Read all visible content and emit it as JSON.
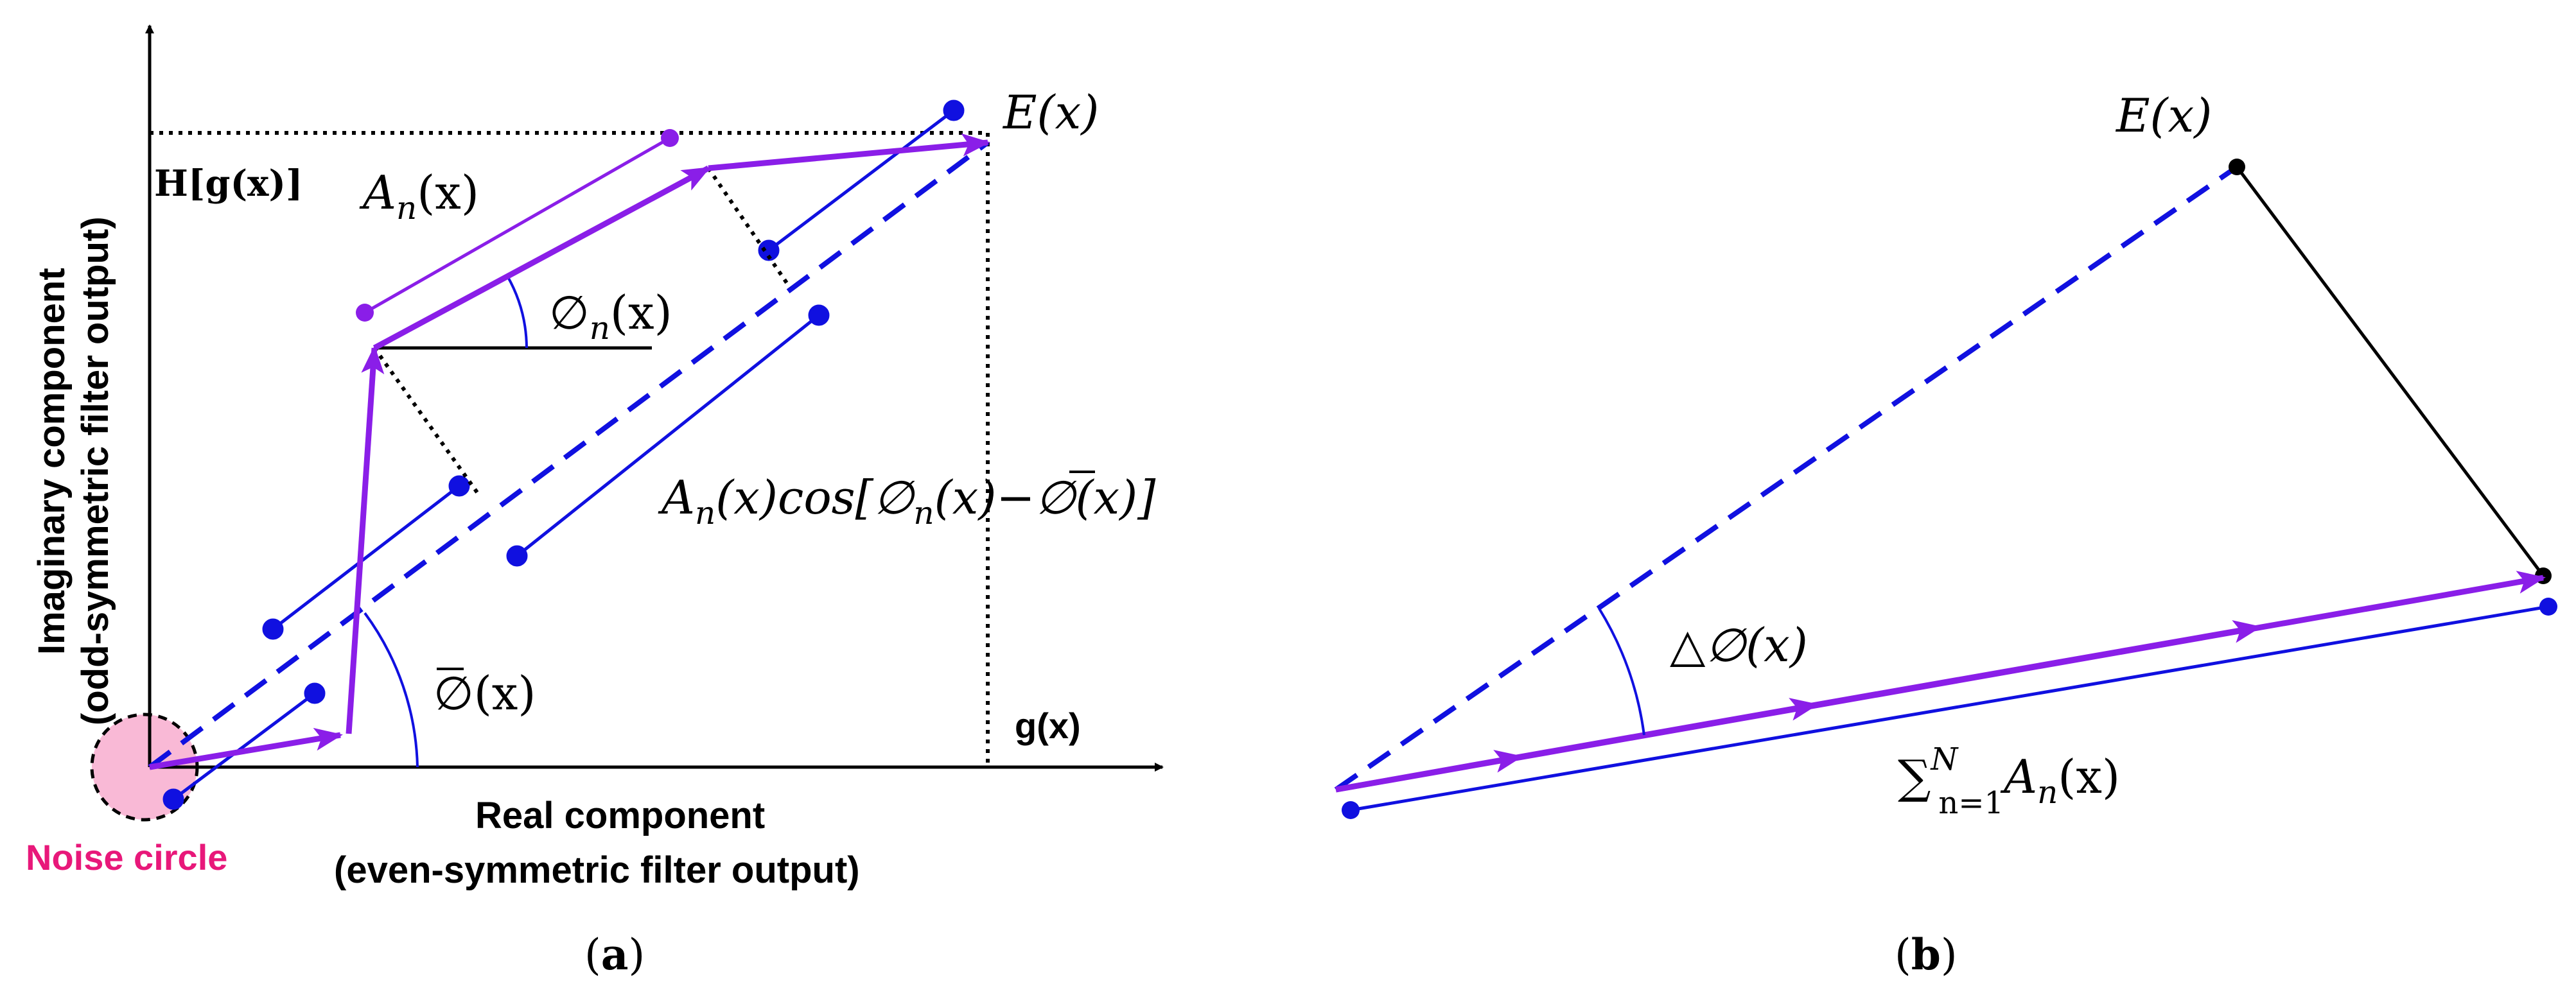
{
  "colors": {
    "vector_blue": "#1010e0",
    "sum_purple": "#8a1ee8",
    "black": "#000000",
    "noise_fill": "#f9b9d6",
    "noise_label": "#e8187a"
  },
  "panel_a": {
    "caption_open": "(",
    "caption_letter": "a",
    "caption_close": ")",
    "y_axis_label_line1": "Imaginary component",
    "y_axis_label_line2": "(odd-symmetric filter output)",
    "x_axis_label_line1": "Real component",
    "x_axis_label_line2": "(even-symmetric filter output)",
    "hilbert_label": "H[g(x)]",
    "g_label": "g(x)",
    "energy_label": "E(x)",
    "amplitude_label": "A",
    "amplitude_sub": "n",
    "amplitude_arg": "(x)",
    "phase_label": "∅",
    "phase_sub": "n",
    "phase_arg": "(x)",
    "mean_phase_label": "∅",
    "mean_phase_arg": "(x)",
    "projection_label_prefix": "A",
    "projection_label_sub": "n",
    "projection_label_rest": "(x)cos[∅",
    "projection_label_sub2": "n",
    "projection_label_tail": "(x)−∅(x)]",
    "noise_label": "Noise circle"
  },
  "panel_b": {
    "caption_open": "(",
    "caption_letter": "b",
    "caption_close": ")",
    "energy_label": "E(x)",
    "delta_phase_label": "△∅(x)",
    "sum_symbol": "∑",
    "sum_upper": "N",
    "sum_lower": "n=1",
    "sum_term": "A",
    "sum_term_sub": "n",
    "sum_term_arg": "(x)"
  }
}
